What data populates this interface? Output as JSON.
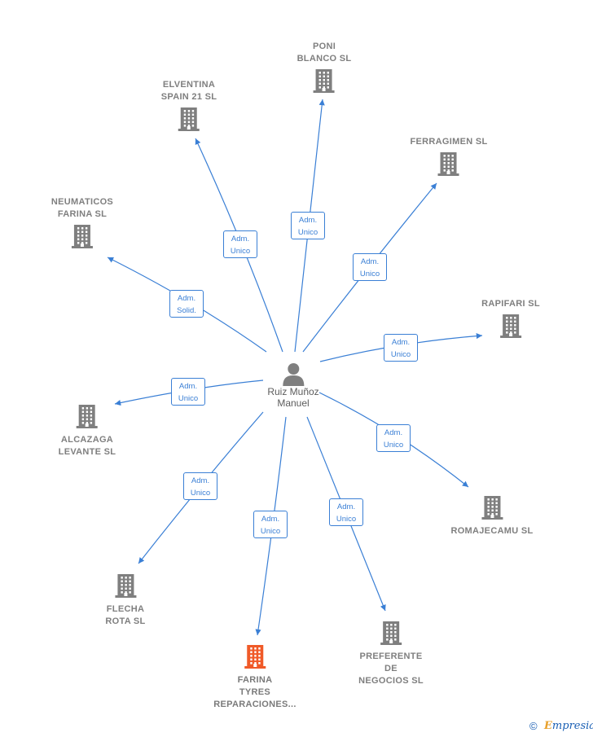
{
  "center": {
    "name_line1": "Ruiz Muñoz",
    "name_line2": "Manuel"
  },
  "companies": [
    {
      "lines": [
        "PONI",
        "BLANCO SL"
      ],
      "highlight": false
    },
    {
      "lines": [
        "ELVENTINA",
        "SPAIN 21 SL"
      ],
      "highlight": false
    },
    {
      "lines": [
        "FERRAGIMEN SL"
      ],
      "highlight": false
    },
    {
      "lines": [
        "NEUMATICOS",
        "FARINA SL"
      ],
      "highlight": false
    },
    {
      "lines": [
        "RAPIFARI SL"
      ],
      "highlight": false
    },
    {
      "lines": [
        "ALCAZAGA",
        "LEVANTE SL"
      ],
      "highlight": false
    },
    {
      "lines": [
        "ROMAJECAMU SL"
      ],
      "highlight": false
    },
    {
      "lines": [
        "FLECHA",
        "ROTA SL"
      ],
      "highlight": false
    },
    {
      "lines": [
        "FARINA",
        "TYRES",
        "REPARACIONES..."
      ],
      "highlight": true
    },
    {
      "lines": [
        "PREFERENTE",
        "DE",
        "NEGOCIOS SL"
      ],
      "highlight": false
    }
  ],
  "edges": [
    {
      "role": [
        "Adm.",
        "Unico"
      ]
    },
    {
      "role": [
        "Adm.",
        "Unico"
      ]
    },
    {
      "role": [
        "Adm.",
        "Unico"
      ]
    },
    {
      "role": [
        "Adm.",
        "Solid."
      ]
    },
    {
      "role": [
        "Adm.",
        "Unico"
      ]
    },
    {
      "role": [
        "Adm.",
        "Unico"
      ]
    },
    {
      "role": [
        "Adm.",
        "Unico"
      ]
    },
    {
      "role": [
        "Adm.",
        "Unico"
      ]
    },
    {
      "role": [
        "Adm.",
        "Unico"
      ]
    },
    {
      "role": [
        "Adm.",
        "Unico"
      ]
    }
  ],
  "colors": {
    "edge": "#3a7fd5",
    "building": "#7f7f7f",
    "building_highlight": "#f05a28"
  },
  "footer": {
    "copyright_symbol": "©",
    "brand_initial": "E",
    "brand_rest": "mpresia"
  }
}
